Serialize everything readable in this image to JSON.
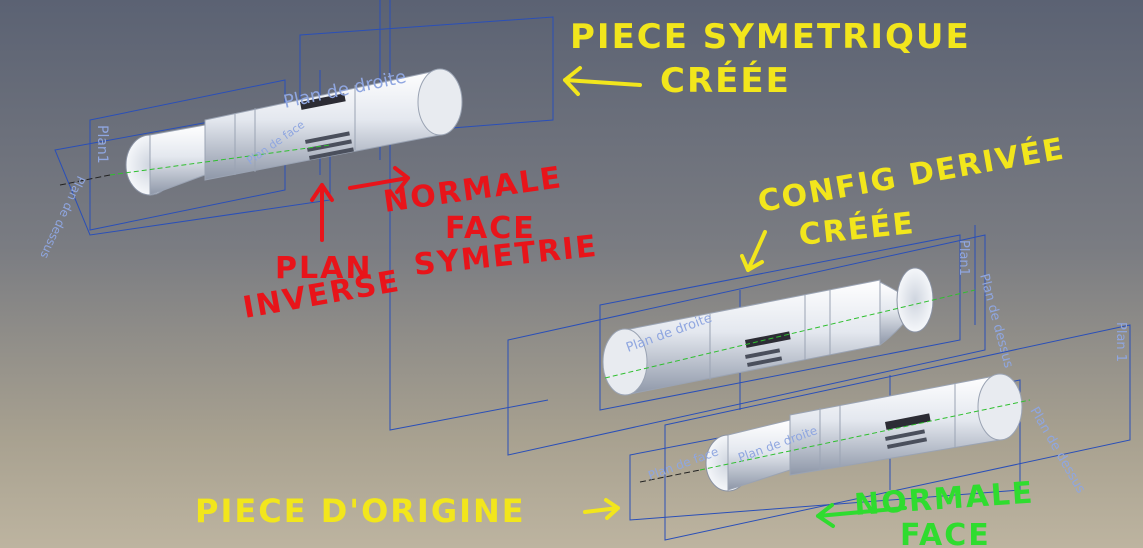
{
  "planes": {
    "droite_top": "Plan de droite",
    "plan1_left": "Plan1",
    "dessus_left": "Plan de dessus",
    "face_top": "Plan de face",
    "droite_mid": "Plan de droite",
    "plan1_right": "Plan1",
    "dessus_right": "Plan de dessus",
    "plan_1_far": "Plan 1",
    "face_bottom": "Plan de face",
    "droite_bottom": "Plan de droite",
    "dessus_far": "Plan de dessus"
  },
  "annotations": {
    "symmetric_line1": "PIECE SYMETRIQUE",
    "symmetric_line2": "CRÉÉE",
    "normale_line1": "NORMALE",
    "normale_line2": "FACE",
    "normale_line3": "SYMETRIE",
    "plan_line1": "PLAN",
    "plan_line2": "INVERSE",
    "config_line1": "CONFIG DERIVÉE",
    "config_line2": "CRÉÉE",
    "origin": "PIECE D'ORIGINE",
    "normale_green1": "NORMALE",
    "normale_green2": "FACE"
  },
  "colors": {
    "plane_line": "#2a4fb8",
    "plane_label": "#8fa6e0",
    "part_light": "#f4f6fa",
    "part_dark": "#9aa3b3",
    "yellow": "#f2e61c",
    "red": "#e8141a",
    "green": "#2fdc2f"
  }
}
